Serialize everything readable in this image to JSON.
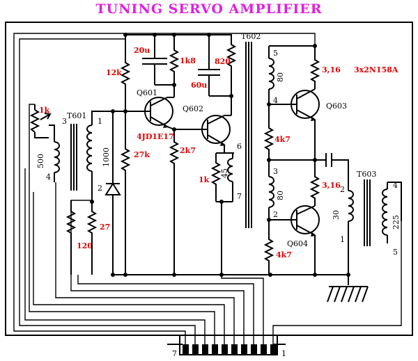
{
  "title": "TUNING SERVO AMPLIFIER",
  "colors": {
    "value_red": "#e00000",
    "title_magenta": "#e020e0",
    "wire": "#000000"
  },
  "transistors": {
    "q601": "Q601",
    "q602": "Q602",
    "q603": "Q603",
    "q604": "Q604",
    "q601_type": "4JD1E17",
    "q603_q604_type": "3x2N158A"
  },
  "transformers": {
    "t601": "T601",
    "t602": "T602",
    "t603": "T603"
  },
  "values": {
    "c_20u": "20u",
    "r_1k8": "1k8",
    "c_820": "820",
    "c_60u": "60u",
    "r_12k": "12k",
    "r_27k": "27k",
    "r_2k7": "2k7",
    "r_1k_q602": "1k",
    "r_3_16_top": "3,16",
    "r_4k7_top": "4k7",
    "r_3_16_bottom": "3,16",
    "r_4k7_bottom": "4k7",
    "pot_1k": "1k",
    "r_120": "120",
    "r_27": "27"
  },
  "winding_values": {
    "t601_primary": "500",
    "t601_secondary": "1000",
    "t602_primary_tap": "45",
    "t602_sec_top": "80",
    "t602_sec_bottom": "80",
    "t603_primary": "30",
    "t603_secondary": "225"
  },
  "pins": {
    "t601_p3": "3",
    "t601_p4": "4",
    "t601_p1": "1",
    "t601_p2": "2",
    "t602_p5": "5",
    "t602_p4": "4",
    "t602_p6": "6",
    "t602_p7": "7",
    "t602_p3": "3",
    "t602_p2": "2",
    "t603_p2": "2",
    "t603_p1": "1",
    "t603_p4": "4",
    "t603_p5": "5",
    "conn_left": "7",
    "conn_right": "1"
  }
}
